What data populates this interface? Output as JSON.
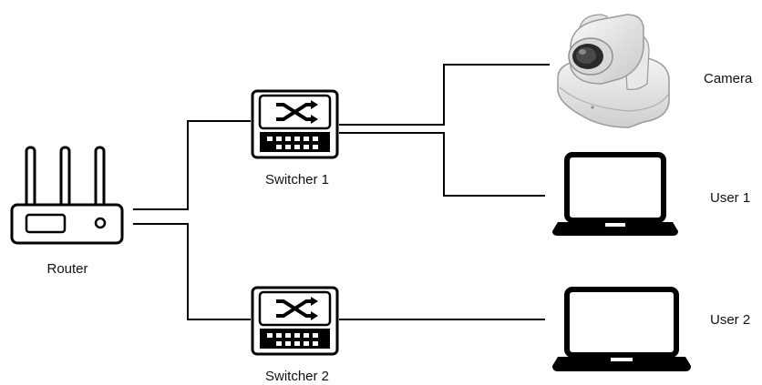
{
  "nodes": {
    "router": {
      "label": "Router"
    },
    "switcher1": {
      "label": "Switcher 1"
    },
    "switcher2": {
      "label": "Switcher 2"
    },
    "camera": {
      "label": "Camera"
    },
    "user1": {
      "label": "User 1"
    },
    "user2": {
      "label": "User 2"
    }
  },
  "connections": [
    {
      "from": "router",
      "to": "switcher1"
    },
    {
      "from": "router",
      "to": "switcher2"
    },
    {
      "from": "switcher1",
      "to": "camera"
    },
    {
      "from": "switcher1",
      "to": "user1"
    },
    {
      "from": "switcher2",
      "to": "user2"
    }
  ]
}
